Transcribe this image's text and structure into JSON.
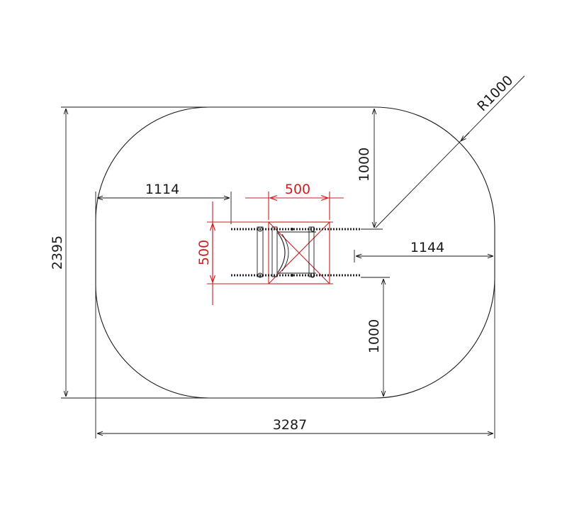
{
  "drawing": {
    "units": "mm",
    "colors": {
      "ink": "#1a1a1a",
      "highlight": "#cc1f1f"
    },
    "dimensions": {
      "overall_width": "3287",
      "overall_height": "2395",
      "corner_radius": "R1000",
      "left_offset": "1114",
      "right_offset": "1144",
      "upper_straight": "1000",
      "lower_straight": "1000",
      "equipment_width": "500",
      "equipment_depth": "500"
    }
  }
}
